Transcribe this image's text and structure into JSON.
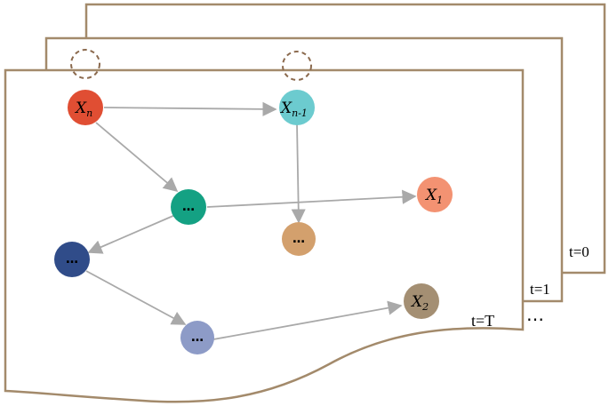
{
  "colors": {
    "frame_border": "#A38A6B",
    "edge": "#A9A9A9",
    "self_loop": "#8B6A4E",
    "node_xn": "#E04E33",
    "node_xn1": "#6CCBCF",
    "node_mid": "#14A183",
    "node_brown": "#D3A06D",
    "node_x1": "#F39272",
    "node_navy": "#304C89",
    "node_lavender": "#8D9BC7",
    "node_x2": "#A48F73"
  },
  "frames": {
    "back": {
      "label": "t=0"
    },
    "middle": {
      "label": "t=1"
    },
    "front": {
      "label": "t=T"
    },
    "ellipsis": "⋯"
  },
  "nodes": {
    "xn": {
      "base": "X",
      "sub": "n"
    },
    "xn1": {
      "base": "X",
      "sub": "n-1"
    },
    "x1": {
      "base": "X",
      "sub": "1"
    },
    "x2": {
      "base": "X",
      "sub": "2"
    },
    "mid": {
      "label": "…"
    },
    "brown": {
      "label": "…"
    },
    "navy": {
      "label": "…"
    },
    "lavender": {
      "label": "…"
    }
  }
}
